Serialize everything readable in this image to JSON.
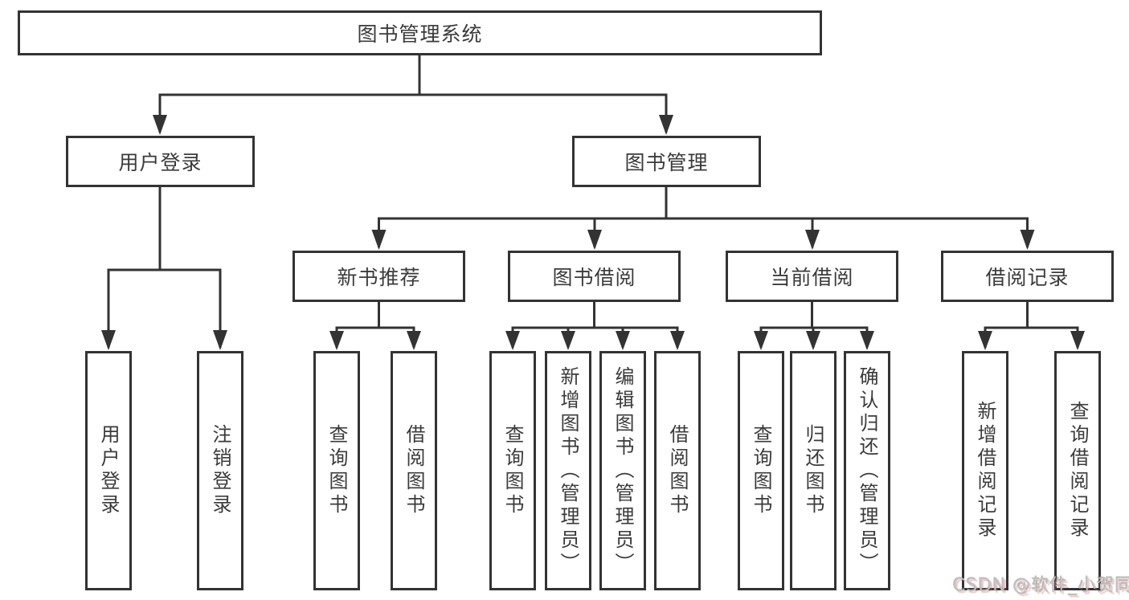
{
  "diagram_title": "图书管理系统",
  "watermark": "CSDN @软件_小贺同学",
  "colors": {
    "line": "#333333",
    "text": "#3b3b3b",
    "box_fill": "#ffffff",
    "background": "#ffffff"
  },
  "tree": {
    "root": {
      "label": "图书管理系统"
    },
    "branches": [
      {
        "label": "用户登录",
        "children": [
          {
            "label": "用户登录"
          },
          {
            "label": "注销登录"
          }
        ]
      },
      {
        "label": "图书管理",
        "children": [
          {
            "label": "新书推荐",
            "children": [
              {
                "label": "查询图书"
              },
              {
                "label": "借阅图书"
              }
            ]
          },
          {
            "label": "图书借阅",
            "children": [
              {
                "label": "查询图书"
              },
              {
                "label": "新增图书（管理员）"
              },
              {
                "label": "编辑图书（管理员）"
              },
              {
                "label": "借阅图书"
              }
            ]
          },
          {
            "label": "当前借阅",
            "children": [
              {
                "label": "查询图书"
              },
              {
                "label": "归还图书"
              },
              {
                "label": "确认归还（管理员）"
              }
            ]
          },
          {
            "label": "借阅记录",
            "children": [
              {
                "label": "新增借阅记录"
              },
              {
                "label": "查询借阅记录"
              }
            ]
          }
        ]
      }
    ]
  }
}
